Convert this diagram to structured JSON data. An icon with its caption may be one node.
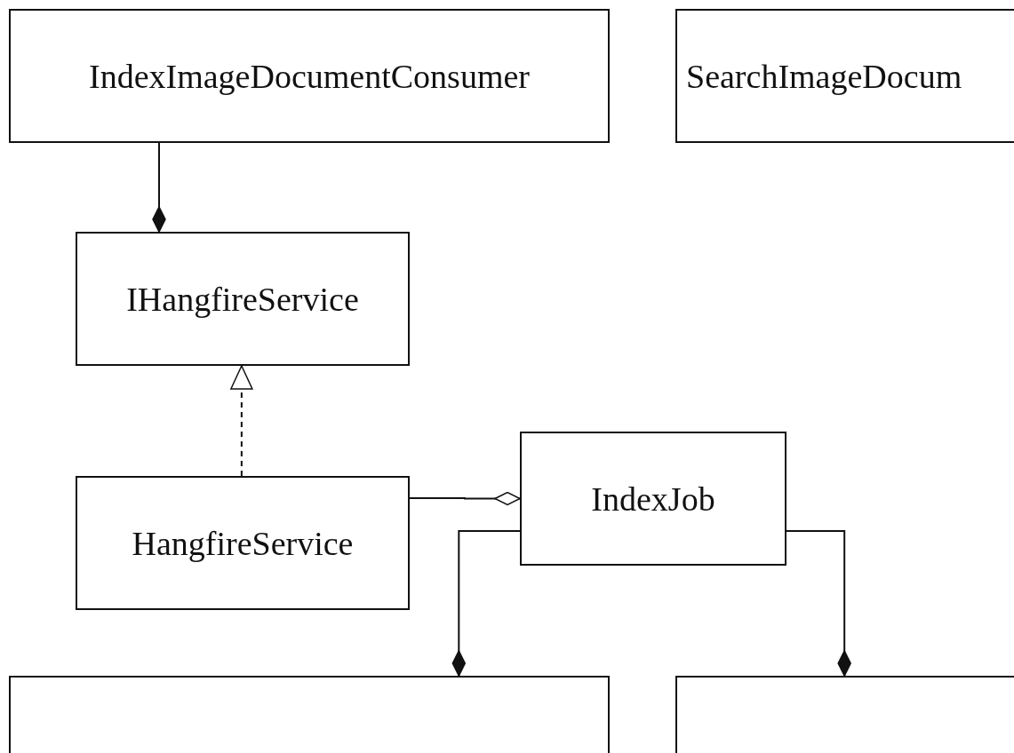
{
  "diagram": {
    "nodes": [
      {
        "text": [
          "IndexImageDocumentConsumer"
        ]
      },
      {
        "text": [
          "SearchImageDocum"
        ]
      },
      {
        "text": [
          "IHangfireService"
        ]
      },
      {
        "text": [
          "HangfireService"
        ]
      },
      {
        "text": [
          "IndexJob"
        ]
      },
      {
        "text": [],
        "shape": "box"
      },
      {
        "text": [],
        "shape": "box"
      }
    ],
    "edges": [
      {
        "from": 0,
        "to": 2,
        "arrow": "other"
      },
      {
        "from": 3,
        "to": 2,
        "arrow": "to",
        "style": "dashed"
      },
      {
        "from": 3,
        "to": 4,
        "arrow": "other"
      },
      {
        "from": 4,
        "to": 5,
        "arrow": "other"
      },
      {
        "from": 4,
        "to": 6,
        "arrow": "other"
      }
    ]
  }
}
